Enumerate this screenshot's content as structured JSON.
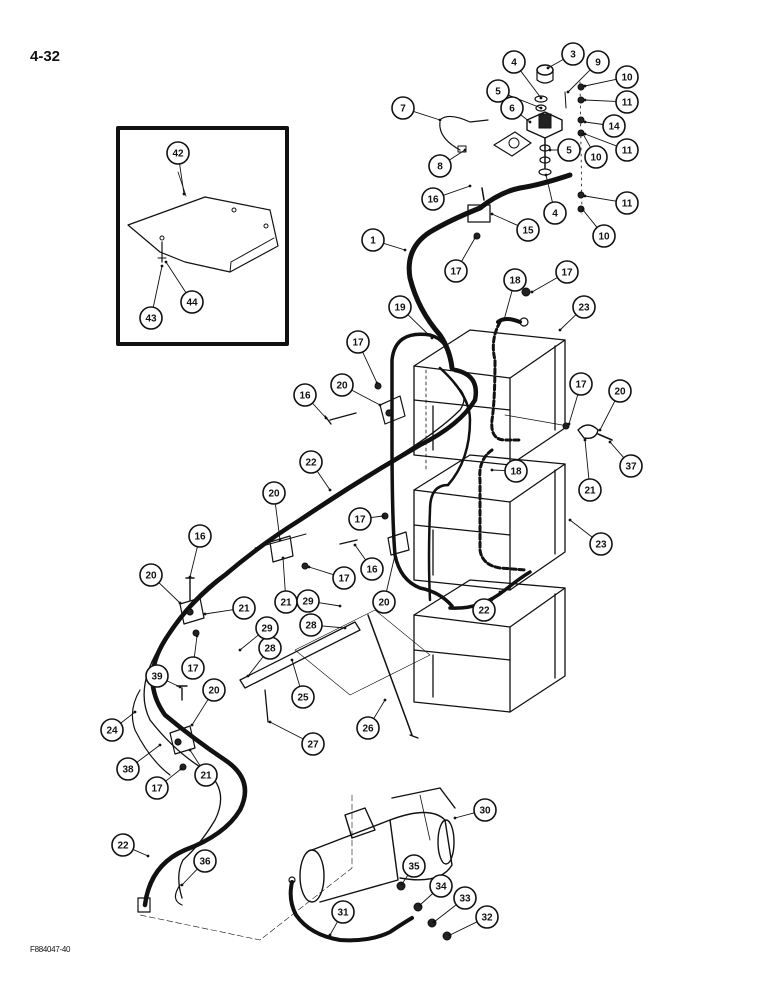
{
  "page_number": "4-32",
  "figure_code": "F884047-40",
  "callouts": [
    {
      "id": "c1",
      "label": "1"
    },
    {
      "id": "c3",
      "label": "3"
    },
    {
      "id": "c4a",
      "label": "4"
    },
    {
      "id": "c4b",
      "label": "4"
    },
    {
      "id": "c5a",
      "label": "5"
    },
    {
      "id": "c5b",
      "label": "5"
    },
    {
      "id": "c6",
      "label": "6"
    },
    {
      "id": "c7",
      "label": "7"
    },
    {
      "id": "c8",
      "label": "8"
    },
    {
      "id": "c9",
      "label": "9"
    },
    {
      "id": "c10a",
      "label": "10"
    },
    {
      "id": "c10b",
      "label": "10"
    },
    {
      "id": "c10c",
      "label": "10"
    },
    {
      "id": "c11a",
      "label": "11"
    },
    {
      "id": "c11b",
      "label": "11"
    },
    {
      "id": "c11c",
      "label": "11"
    },
    {
      "id": "c14",
      "label": "14"
    },
    {
      "id": "c15",
      "label": "15"
    },
    {
      "id": "c16a",
      "label": "16"
    },
    {
      "id": "c16b",
      "label": "16"
    },
    {
      "id": "c16c",
      "label": "16"
    },
    {
      "id": "c16d",
      "label": "16"
    },
    {
      "id": "c17a",
      "label": "17"
    },
    {
      "id": "c17b",
      "label": "17"
    },
    {
      "id": "c17c",
      "label": "17"
    },
    {
      "id": "c17d",
      "label": "17"
    },
    {
      "id": "c17e",
      "label": "17"
    },
    {
      "id": "c17f",
      "label": "17"
    },
    {
      "id": "c17g",
      "label": "17"
    },
    {
      "id": "c17h",
      "label": "17"
    },
    {
      "id": "c18a",
      "label": "18"
    },
    {
      "id": "c18b",
      "label": "18"
    },
    {
      "id": "c19",
      "label": "19"
    },
    {
      "id": "c20a",
      "label": "20"
    },
    {
      "id": "c20b",
      "label": "20"
    },
    {
      "id": "c20c",
      "label": "20"
    },
    {
      "id": "c20d",
      "label": "20"
    },
    {
      "id": "c20e",
      "label": "20"
    },
    {
      "id": "c20f",
      "label": "20"
    },
    {
      "id": "c21a",
      "label": "21"
    },
    {
      "id": "c21b",
      "label": "21"
    },
    {
      "id": "c21c",
      "label": "21"
    },
    {
      "id": "c21d",
      "label": "21"
    },
    {
      "id": "c22a",
      "label": "22"
    },
    {
      "id": "c22b",
      "label": "22"
    },
    {
      "id": "c22c",
      "label": "22"
    },
    {
      "id": "c23a",
      "label": "23"
    },
    {
      "id": "c23b",
      "label": "23"
    },
    {
      "id": "c24",
      "label": "24"
    },
    {
      "id": "c25",
      "label": "25"
    },
    {
      "id": "c26",
      "label": "26"
    },
    {
      "id": "c27",
      "label": "27"
    },
    {
      "id": "c28a",
      "label": "28"
    },
    {
      "id": "c28b",
      "label": "28"
    },
    {
      "id": "c29a",
      "label": "29"
    },
    {
      "id": "c29b",
      "label": "29"
    },
    {
      "id": "c30",
      "label": "30"
    },
    {
      "id": "c31",
      "label": "31"
    },
    {
      "id": "c32",
      "label": "32"
    },
    {
      "id": "c33",
      "label": "33"
    },
    {
      "id": "c34",
      "label": "34"
    },
    {
      "id": "c35",
      "label": "35"
    },
    {
      "id": "c36",
      "label": "36"
    },
    {
      "id": "c37",
      "label": "37"
    },
    {
      "id": "c38",
      "label": "38"
    },
    {
      "id": "c39",
      "label": "39"
    },
    {
      "id": "c42",
      "label": "42"
    },
    {
      "id": "c43",
      "label": "43"
    },
    {
      "id": "c44",
      "label": "44"
    }
  ]
}
